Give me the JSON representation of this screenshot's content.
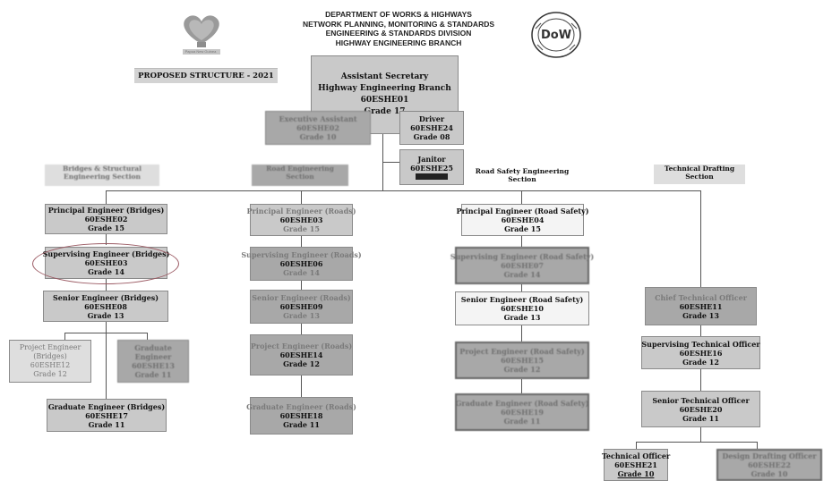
{
  "header": {
    "lines": [
      "DEPARTMENT OF WORKS & HIGHWAYS",
      "NETWORK PLANNING, MONITORING & STANDARDS",
      "ENGINEERING & STANDARDS DIVISION",
      "HIGHWAY ENGINEERING BRANCH"
    ]
  },
  "png_logo_caption": "Papua New Guinea",
  "dow_seal_text": "DoW",
  "proposed": "PROPOSED STRUCTURE - 2021",
  "top": {
    "l1": "Assistant Secretary",
    "l2": "Highway Engineering Branch",
    "l3": "60ESHE01",
    "l4": "Grade 17"
  },
  "exec_asst": {
    "l1": "Executive Assistant",
    "l2": "60ESHE02",
    "l3": "Grade 10"
  },
  "driver": {
    "l1": "Driver",
    "l2": "60ESHE24",
    "l3": "Grade 08"
  },
  "janitor": {
    "l1": "Janitor",
    "l2": "60ESHE25"
  },
  "sections": {
    "bridges": "Bridges & Structural Engineering Section",
    "roads": "Road Engineering Section",
    "safety": "Road Safety Engineering Section",
    "drafting": "Technical Drafting Section"
  },
  "bridges": {
    "pe": {
      "l1": "Principal Engineer (Bridges)",
      "l2": "60ESHE02",
      "l3": "Grade 15"
    },
    "se": {
      "l1": "Supervising Engineer (Bridges)",
      "l2": "60ESHE03",
      "l3": "Grade 14"
    },
    "sr": {
      "l1": "Senior Engineer (Bridges)",
      "l2": "60ESHE08",
      "l3": "Grade 13"
    },
    "proj": {
      "l1": "Project Engineer",
      "l2": "(Bridges)",
      "l3": "60ESHE12",
      "l4": "Grade 12"
    },
    "grad2": {
      "l1": "Graduate",
      "l2": "Engineer",
      "l3": "60ESHE13",
      "l4": "Grade 11"
    },
    "grad": {
      "l1": "Graduate Engineer (Bridges)",
      "l2": "60ESHE17",
      "l3": "Grade 11"
    }
  },
  "roads": {
    "pe": {
      "l1": "Principal Engineer (Roads)",
      "l2": "60ESHE03",
      "l3": "Grade 15"
    },
    "se": {
      "l1": "Supervising Engineer (Roads)",
      "l2": "60ESHE06",
      "l3": "Grade 14"
    },
    "sr": {
      "l1": "Senior Engineer (Roads)",
      "l2": "60ESHE09",
      "l3": "Grade 13"
    },
    "proj": {
      "l1": "Project Engineer (Roads)",
      "l2": "60ESHE14",
      "l3": "Grade 12"
    },
    "grad": {
      "l1": "Graduate Engineer (Roads)",
      "l2": "60ESHE18",
      "l3": "Grade 11"
    }
  },
  "safety": {
    "pe": {
      "l1": "Principal Engineer (Road Safety)",
      "l2": "60ESHE04",
      "l3": "Grade 15"
    },
    "se": {
      "l1": "Supervising Engineer (Road Safety)",
      "l2": "60ESHE07",
      "l3": "Grade 14"
    },
    "sr": {
      "l1": "Senior Engineer (Road Safety)",
      "l2": "60ESHE10",
      "l3": "Grade 13"
    },
    "proj": {
      "l1": "Project Engineer (Road Safety)",
      "l2": "60ESHE15",
      "l3": "Grade 12"
    },
    "grad": {
      "l1": "Graduate Engineer (Road Safety)",
      "l2": "60ESHE19",
      "l3": "Grade 11"
    }
  },
  "drafting": {
    "cto": {
      "l1": "Chief Technical Officer",
      "l2": "60ESHE11",
      "l3": "Grade 13"
    },
    "sto": {
      "l1": "Supervising Technical Officer",
      "l2": "60ESHE16",
      "l3": "Grade 12"
    },
    "sr": {
      "l1": "Senior Technical Officer",
      "l2": "60ESHE20",
      "l3": "Grade 11"
    },
    "to": {
      "l1": "Technical Officer",
      "l2": "60ESHE21",
      "l3": "Grade 10"
    },
    "draft": {
      "l1": "Design Drafting Officer",
      "l2": "60ESHE22",
      "l3": "Grade 10"
    }
  }
}
